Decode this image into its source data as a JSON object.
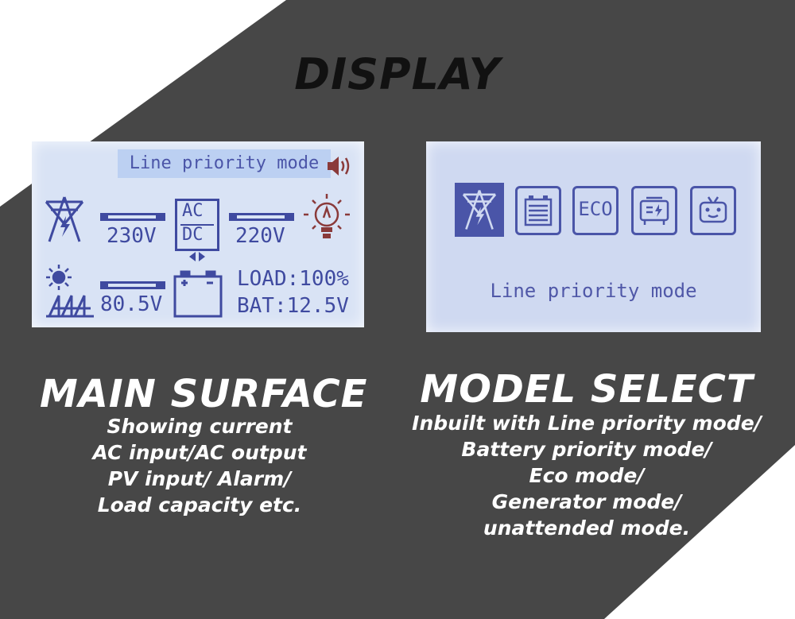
{
  "headline": "DISPLAY",
  "colors": {
    "background_dark": "#474747",
    "background_light": "#ffffff",
    "lcd_text": "#3f4aa0",
    "lcd_background": "#d9e3f5",
    "speaker_icon": "#8a3a3a",
    "bulb_icon": "#8a3a3a"
  },
  "main_display": {
    "mode_label": "Line priority mode",
    "ac_label": "AC",
    "dc_label": "DC",
    "input_voltage": "230V",
    "output_voltage": "220V",
    "pv_voltage": "80.5V",
    "load_label": "LOAD:100%",
    "battery_label": "BAT:12.5V",
    "icons": [
      "tower-icon",
      "speaker-icon",
      "bulb-icon",
      "sun-icon",
      "solar-panel-icon",
      "battery-icon",
      "convert-arrows-icon"
    ]
  },
  "mode_display": {
    "mode_label": "Line priority mode",
    "eco_label": "ECO",
    "icons": [
      "tower-icon",
      "battery-mode-icon",
      "eco-mode-icon",
      "generator-icon",
      "robot-icon"
    ],
    "selected_index": 0
  },
  "main_caption": {
    "title": "MAIN SURFACE",
    "lines": [
      "Showing current",
      "AC input/AC output",
      "PV input/ Alarm/",
      "Load capacity etc."
    ]
  },
  "mode_caption": {
    "title": "MODEL SELECT",
    "lines": [
      "Inbuilt with Line priority mode/",
      "Battery priority mode/",
      "Eco mode/",
      "Generator mode/",
      "unattended mode."
    ]
  }
}
